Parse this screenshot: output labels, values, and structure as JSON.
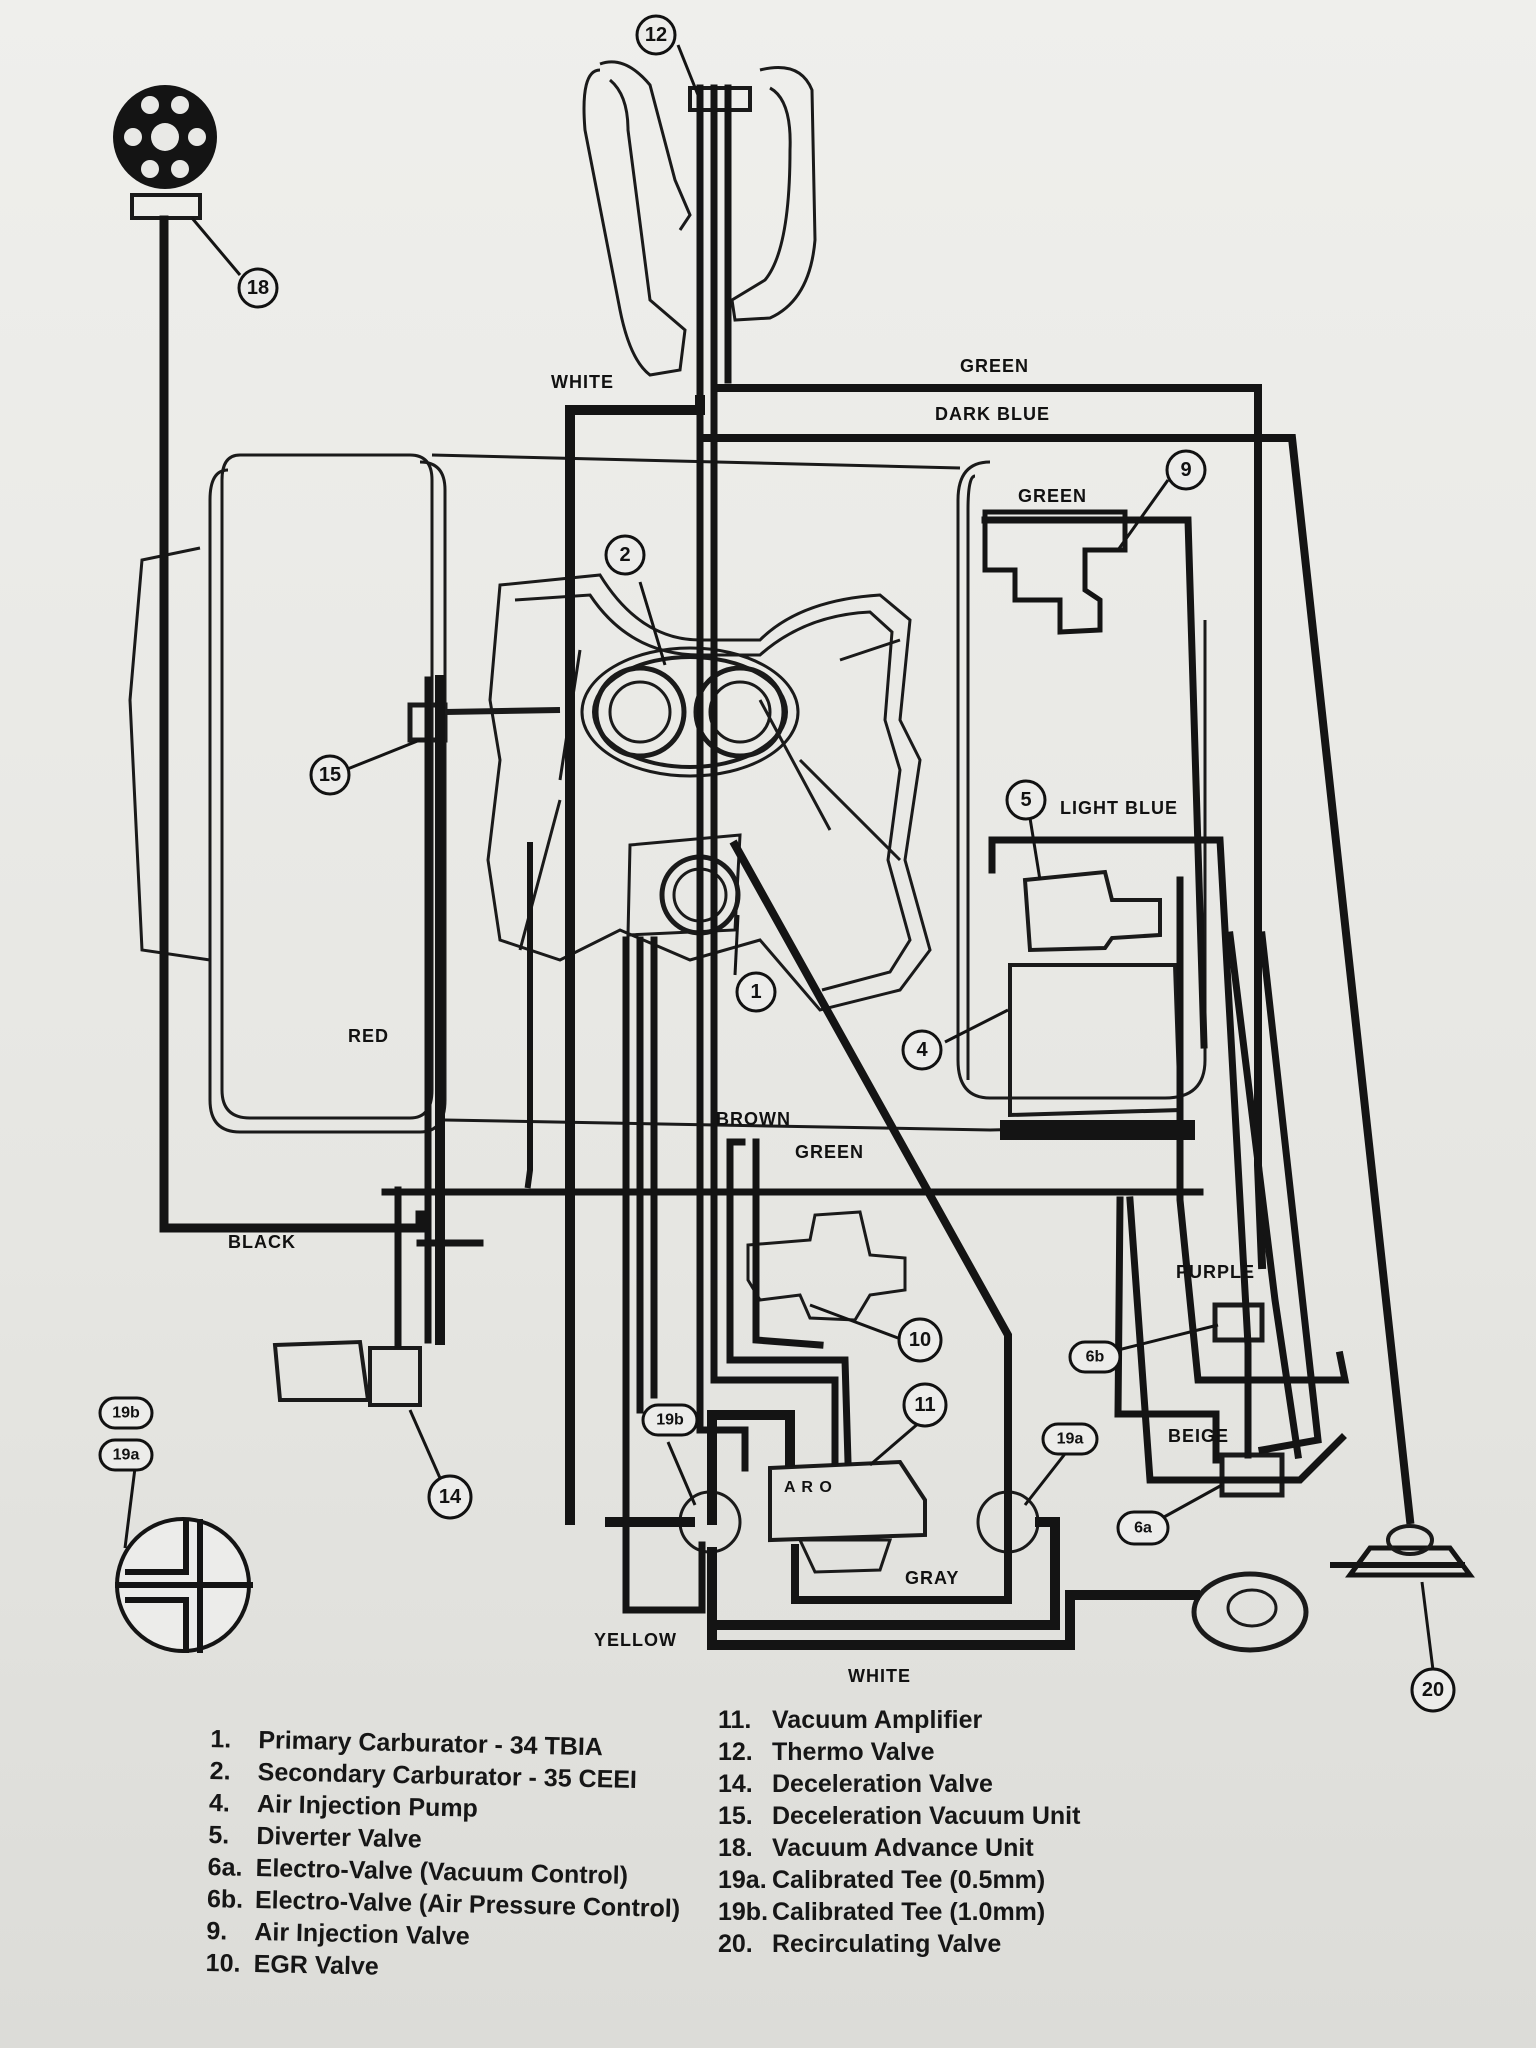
{
  "hose_labels": {
    "white_top": "WHITE",
    "green_top": "GREEN",
    "dark_blue": "DARK BLUE",
    "green_right": "GREEN",
    "light_blue": "LIGHT BLUE",
    "red": "RED",
    "brown": "BROWN",
    "green_mid": "GREEN",
    "black": "BLACK",
    "purple": "PURPLE",
    "beige": "BEIGE",
    "gray": "GRAY",
    "yellow": "YELLOW",
    "white_bottom": "WHITE"
  },
  "callouts": {
    "c1": "1",
    "c2": "2",
    "c4": "4",
    "c5": "5",
    "c6a": "6a",
    "c6b": "6b",
    "c9": "9",
    "c10": "10",
    "c11": "11",
    "c12": "12",
    "c14": "14",
    "c15": "15",
    "c18": "18",
    "c19a": "19a",
    "c19b": "19b",
    "c19b_inset": "19b",
    "c19a_inset": "19a",
    "c20": "20"
  },
  "valve_ports": "A R O",
  "legend_left": [
    {
      "num": "1.",
      "text": "Primary Carburator - 34 TBIA"
    },
    {
      "num": "2.",
      "text": "Secondary Carburator - 35 CEEI"
    },
    {
      "num": "4.",
      "text": "Air Injection Pump"
    },
    {
      "num": "5.",
      "text": "Diverter Valve"
    },
    {
      "num": "6a.",
      "text": "Electro-Valve (Vacuum Control)"
    },
    {
      "num": "6b.",
      "text": "Electro-Valve (Air Pressure Control)"
    },
    {
      "num": "9.",
      "text": "Air Injection Valve"
    },
    {
      "num": "10.",
      "text": "EGR Valve"
    }
  ],
  "legend_right": [
    {
      "num": "11.",
      "text": "Vacuum Amplifier"
    },
    {
      "num": "12.",
      "text": "Thermo Valve"
    },
    {
      "num": "14.",
      "text": "Deceleration Valve"
    },
    {
      "num": "15.",
      "text": "Deceleration Vacuum Unit"
    },
    {
      "num": "18.",
      "text": "Vacuum Advance Unit"
    },
    {
      "num": "19a.",
      "text": "Calibrated Tee (0.5mm)"
    },
    {
      "num": "19b.",
      "text": "Calibrated Tee (1.0mm)"
    },
    {
      "num": "20.",
      "text": "Recirculating Valve"
    }
  ]
}
